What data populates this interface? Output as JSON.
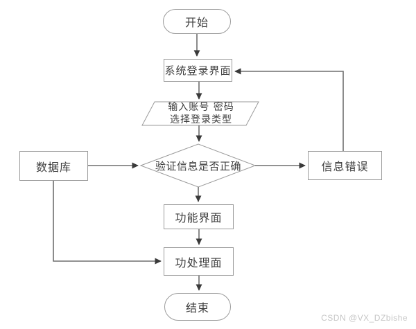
{
  "flowchart": {
    "title": "login-flow",
    "nodes": {
      "start": {
        "type": "stadium",
        "label": "开始"
      },
      "login": {
        "type": "rect",
        "label": "系统登录界面"
      },
      "input": {
        "type": "parallelogram",
        "line1": "输入账号 密码",
        "line2": "选择登录类型"
      },
      "verify": {
        "type": "diamond",
        "label": "验证信息是否正确"
      },
      "database": {
        "type": "rect",
        "label": "数据库"
      },
      "error": {
        "type": "rect",
        "label": "信息错误"
      },
      "function": {
        "type": "rect",
        "label": "功能界面"
      },
      "process": {
        "type": "rect",
        "label": "功处理面"
      },
      "end": {
        "type": "stadium",
        "label": "结束"
      }
    },
    "edges": [
      {
        "from": "start",
        "to": "login"
      },
      {
        "from": "login",
        "to": "input"
      },
      {
        "from": "input",
        "to": "verify"
      },
      {
        "from": "database",
        "to": "verify"
      },
      {
        "from": "verify",
        "to": "error"
      },
      {
        "from": "error",
        "to": "login"
      },
      {
        "from": "verify",
        "to": "function"
      },
      {
        "from": "function",
        "to": "process"
      },
      {
        "from": "database",
        "to": "process"
      },
      {
        "from": "process",
        "to": "end"
      }
    ],
    "colors": {
      "background": "#ffffff",
      "shape_border": "#9a9a9a",
      "connector_line": "#6e6e6e",
      "arrowhead": "#3a3a3a",
      "text": "#3d3d3d"
    }
  },
  "watermark": {
    "text": "CSDN @VX_DZbishe",
    "color": "#c6c6c6"
  }
}
